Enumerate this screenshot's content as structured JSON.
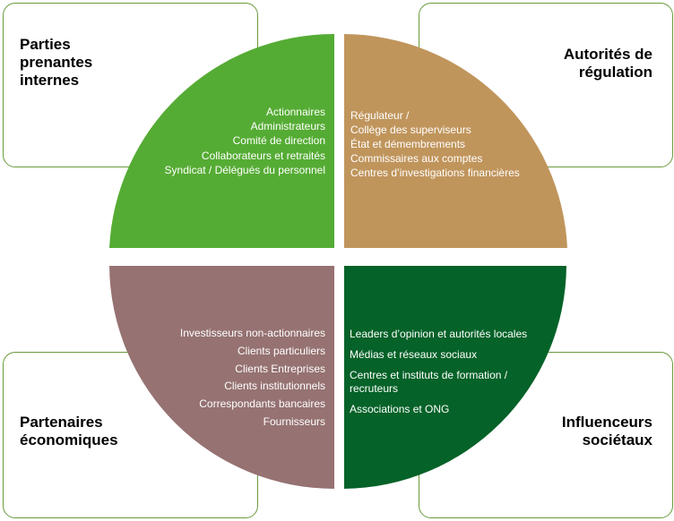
{
  "quadrants": {
    "top_left": {
      "title": "Parties\nprenantes\ninternes",
      "color": "#55ac34",
      "items": [
        "Actionnaires",
        "Administrateurs",
        "Comité de direction",
        "Collaborateurs  et retraités",
        "Syndicat / Délégués du personnel"
      ]
    },
    "top_right": {
      "title": "Autorités de\nrégulation",
      "color": "#c0955c",
      "items": [
        "Régulateur /",
        "Collège des superviseurs",
        "État et démembrements",
        "Commissaires aux comptes",
        "Centres d’investigations financières"
      ]
    },
    "bottom_left": {
      "title": "Partenaires\néconomiques",
      "color": "#967272",
      "items": [
        "Investisseurs non-actionnaires",
        "Clients particuliers",
        "Clients Entreprises",
        "Clients institutionnels",
        "Correspondants  bancaires",
        "Fournisseurs"
      ]
    },
    "bottom_right": {
      "title": "Influenceurs\nsociétaux",
      "color": "#056228",
      "items": [
        "Leaders d’opinion  et autorités locales",
        "Médias et réseaux sociaux",
        "Centres et instituts de formation  / recruteurs",
        "Associations et ONG"
      ]
    }
  },
  "box_border_color": "#6a9a3c"
}
